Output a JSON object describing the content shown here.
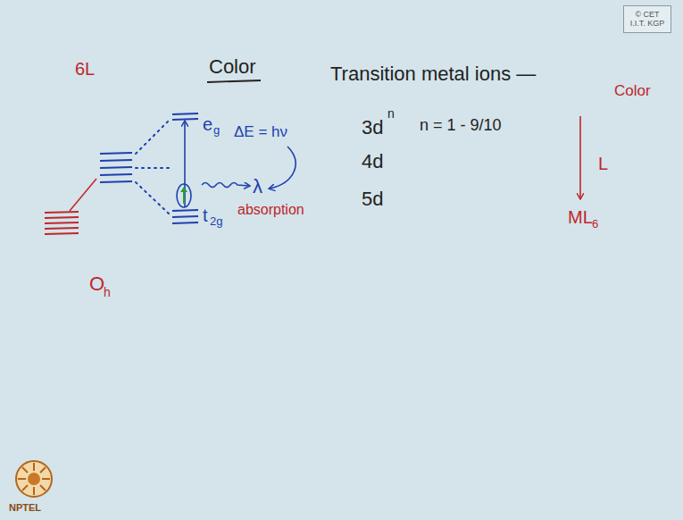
{
  "diagram": {
    "title": "Color",
    "nodes": [
      {
        "text": [
          "© CET I.I.T. KGP"
        ]
      }
    ],
    "labels": [
      "Transition metal ions —",
      "Color",
      "6L",
      "3d",
      "n",
      "n = 1 - 9/10",
      "4d",
      "5d",
      "L",
      "ML",
      "6",
      "e",
      "g",
      "ΔE = hν",
      "λ",
      "absorption",
      "t",
      "2g",
      "O",
      "h",
      "NPTEL"
    ]
  }
}
